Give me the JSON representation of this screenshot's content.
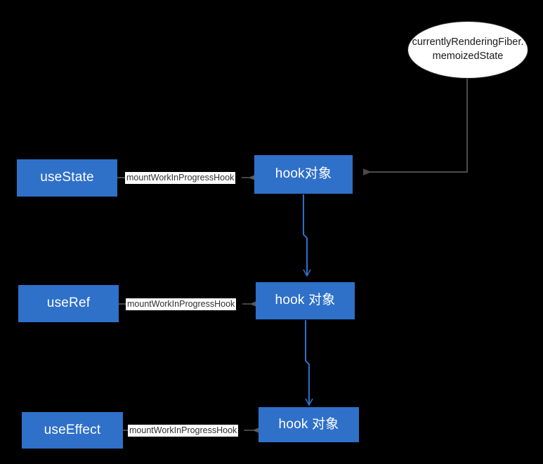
{
  "diagram": {
    "title": "React mountWorkInProgressHook linked list",
    "background_color": "#000000",
    "node_fill": "#2f70c9",
    "node_text_color": "#ffffff",
    "ellipse_fill": "#ffffff",
    "ellipse_text_color": "#1a1a1a",
    "blue_edge_color": "#2f70c9",
    "gray_edge_color": "#4a4a4a",
    "label_background": "#ffffff"
  },
  "nodes": {
    "source_ellipse": {
      "line1": "currentlyRenderingFiber.",
      "line2": "memoizedState"
    },
    "hooks_callers": [
      {
        "label": "useState"
      },
      {
        "label": "useRef"
      },
      {
        "label": "useEffect"
      }
    ],
    "hook_objects": [
      {
        "label": "hook对象"
      },
      {
        "label": "hook 对象"
      },
      {
        "label": "hook 对象"
      }
    ]
  },
  "edges": {
    "labels": [
      {
        "text": "mountWorkInProgressHook"
      },
      {
        "text": "mountWorkInProgressHook"
      },
      {
        "text": "mountWorkInProgressHook"
      }
    ]
  }
}
